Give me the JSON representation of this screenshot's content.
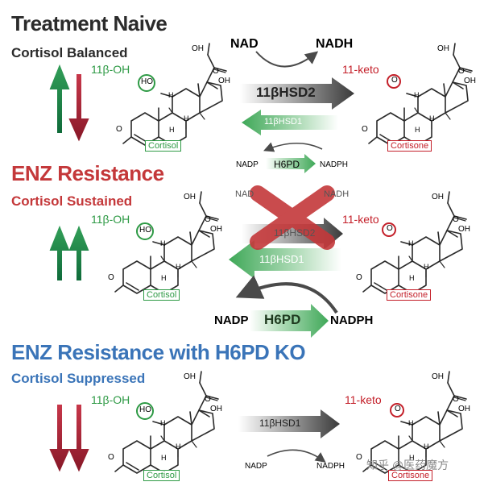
{
  "panels": [
    {
      "title": "Treatment Naive",
      "subtitle": "Cortisol Balanced",
      "hsd2_label": "11βHSD2",
      "hsd1_label": "11βHSD1",
      "h6pd_label": "H6PD",
      "nad": "NAD",
      "nadh": "NADH",
      "nadp": "NADP",
      "nadph": "NADPH",
      "oh_label": "11β-OH",
      "keto_label": "11-keto",
      "cortisol": "Cortisol",
      "cortisone": "Cortisone"
    },
    {
      "title": "ENZ Resistance",
      "subtitle": "Cortisol Sustained",
      "hsd2_label": "11βHSD2",
      "hsd1_label": "11βHSD1",
      "h6pd_label": "H6PD",
      "nad": "NAD",
      "nadh": "NADH",
      "nadp": "NADP",
      "nadph": "NADPH",
      "oh_label": "11β-OH",
      "keto_label": "11-keto",
      "cortisol": "Cortisol",
      "cortisone": "Cortisone"
    },
    {
      "title": "ENZ Resistance with H6PD KO",
      "subtitle": "Cortisol Suppressed",
      "hsd1_label": "11βHSD1",
      "nadp": "NADP",
      "nadph": "NADPH",
      "oh_label": "11β-OH",
      "keto_label": "11-keto",
      "cortisol": "Cortisol",
      "cortisone": "Cortisone"
    }
  ],
  "molecule": {
    "oh": "OH",
    "ho": "HO",
    "h": "H",
    "o": "O"
  },
  "watermark": "知乎 @医药魔方",
  "colors": {
    "green": "#2e9a45",
    "red": "#c4383a",
    "blue": "#3a74b8",
    "dark_arrow": "#3a3a3a",
    "green_arrow": "#3fa858"
  }
}
